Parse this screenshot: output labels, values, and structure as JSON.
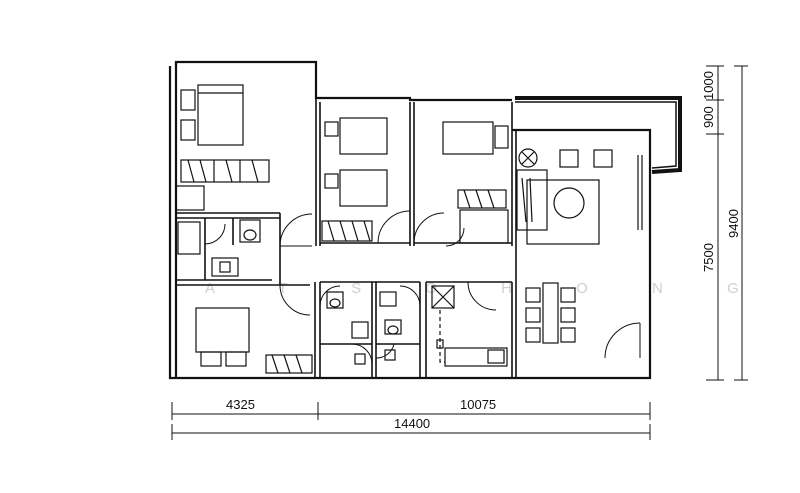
{
  "dimensions": {
    "bottom_left": "4325",
    "bottom_right": "10075",
    "bottom_total": "14400",
    "right_top_a": "1000",
    "right_top_b": "900",
    "right_middle": "7500",
    "right_total": "9400"
  },
  "watermark": "A T S O H O N G",
  "colors": {
    "line": "#111111",
    "background": "#ffffff",
    "watermark": "#cfcfcf"
  }
}
